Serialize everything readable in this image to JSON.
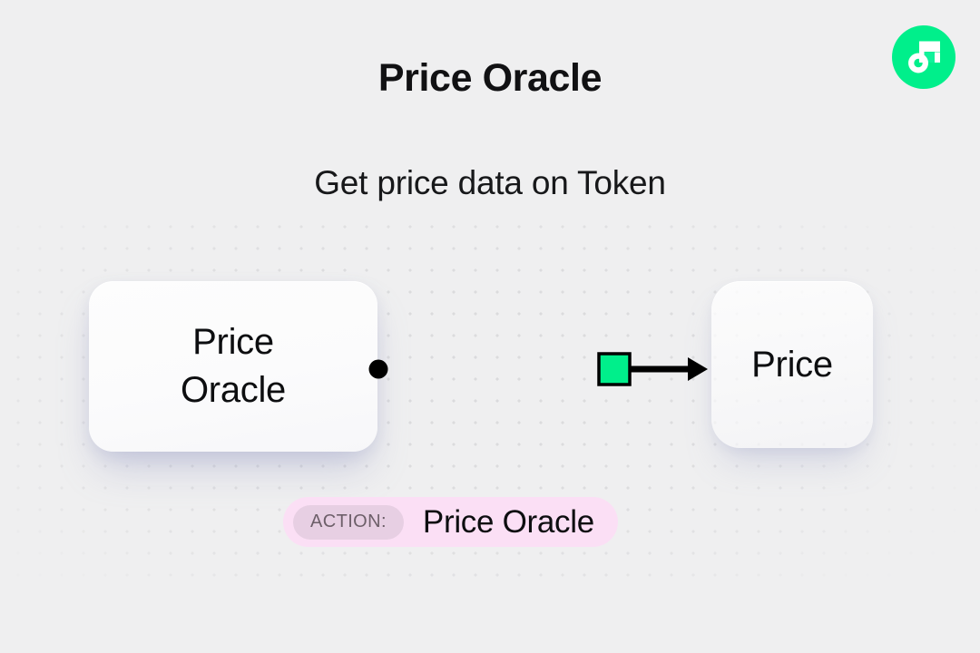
{
  "header": {
    "title": "Price Oracle",
    "subtitle": "Get price data on Token"
  },
  "brand": {
    "logo_icon": "flow-logo-icon",
    "logo_circle_color": "#00ef8b",
    "logo_mark_color": "#ffffff"
  },
  "diagram": {
    "source_node": {
      "label": "Price\nOracle",
      "icon": "node-box-icon"
    },
    "target_node": {
      "label": "Price",
      "icon": "node-box-icon"
    },
    "connector": {
      "start_dot_icon": "connector-start-dot-icon",
      "arrow_icon": "connector-arrow-icon",
      "marker_icon": "connector-green-square-icon",
      "line_color": "#000000",
      "marker_color": "#00ef8b",
      "highlight_color": "#0f9f6e"
    }
  },
  "action": {
    "badge_label": "ACTION:",
    "value": "Price Oracle",
    "pill_color": "#fbdff5",
    "badge_color": "#e7cfe3",
    "badge_text_color": "#6d5f69"
  },
  "background": {
    "page_color": "#efeff0",
    "dot_color": "#dadadc"
  }
}
